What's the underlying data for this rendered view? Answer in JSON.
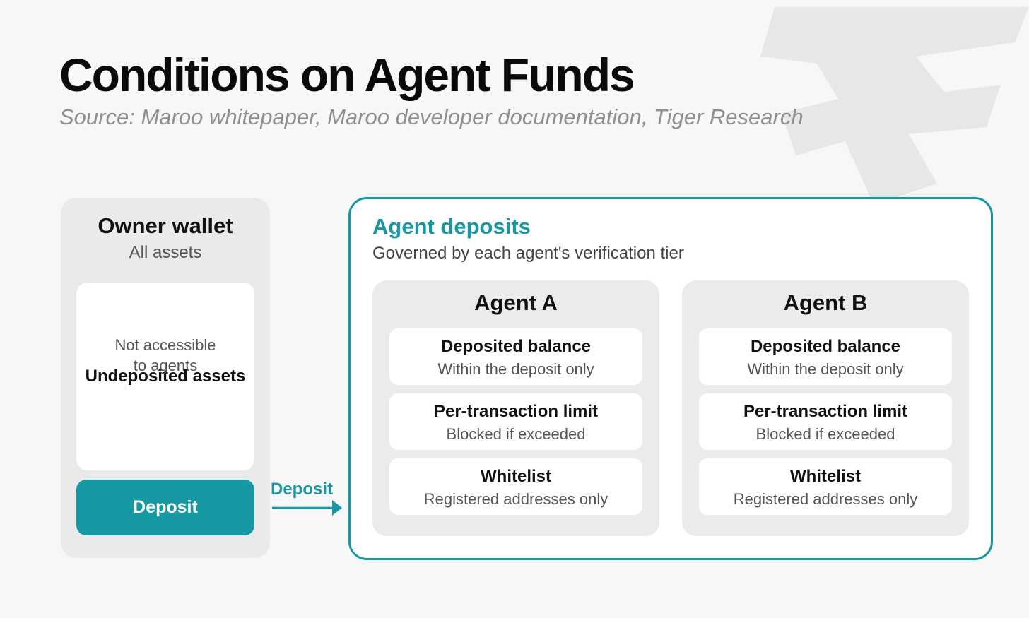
{
  "title": "Conditions on Agent Funds",
  "source": "Source: Maroo whitepaper, Maroo developer documentation, Tiger Research",
  "owner": {
    "title": "Owner wallet",
    "subtitle": "All assets",
    "undeposited_title": "Undeposited assets",
    "undeposited_desc": "Not accessible\nto agents",
    "button_label": "Deposit"
  },
  "arrow_label": "Deposit",
  "deposits": {
    "title": "Agent deposits",
    "subtitle": "Governed by each agent's verification tier",
    "agents": [
      {
        "name": "Agent A",
        "conditions": [
          {
            "title": "Deposited balance",
            "desc": "Within the deposit only"
          },
          {
            "title": "Per-transaction limit",
            "desc": "Blocked if exceeded"
          },
          {
            "title": "Whitelist",
            "desc": "Registered addresses only"
          }
        ]
      },
      {
        "name": "Agent B",
        "conditions": [
          {
            "title": "Deposited balance",
            "desc": "Within the deposit only"
          },
          {
            "title": "Per-transaction limit",
            "desc": "Blocked if exceeded"
          },
          {
            "title": "Whitelist",
            "desc": "Registered addresses only"
          }
        ]
      }
    ]
  },
  "colors": {
    "accent": "#1898a3",
    "panel": "#eaeaea",
    "background": "#f7f7f7"
  }
}
